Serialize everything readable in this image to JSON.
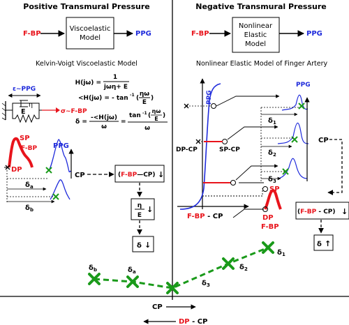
{
  "left": {
    "heading": "Positive Transmural Pressure",
    "block": {
      "input": "F-BP",
      "box": [
        "Viscoelastic",
        "Model"
      ],
      "output": "PPG"
    },
    "model_title": "Kelvin-Voigt Viscoelastic Model",
    "model_labels": {
      "eps": "ε~PPG",
      "eta": "η",
      "E": "E",
      "sigma": "σ~F-BP"
    },
    "equations": {
      "H_lhs": "H(jω) =",
      "H_num": "1",
      "H_den": "jωη+ E",
      "phase_lhs": "<H(jω) = - tan",
      "phase_exp": "-1",
      "phase_open": "(",
      "phase_num": "ηω",
      "phase_den": "E",
      "phase_close": ")",
      "delta_lhs": "δ =",
      "d_num": "-<H(jω)",
      "d_den": "ω",
      "d_eq": "=",
      "d_rnum1": "tan",
      "d_rexp": "-1",
      "d_rnum2": "(",
      "d_rinner_num": "ηω",
      "d_rinner_den": "E",
      "d_rnum3": ")",
      "d_rden": "ω"
    },
    "waveform_labels": {
      "sp": "SP",
      "fbp": "F-BP",
      "dp": "DP",
      "ppg": "PPG",
      "delta_a": "δ",
      "delta_a_sub": "a",
      "delta_b": "δ",
      "delta_b_sub": "b",
      "cp": "CP"
    },
    "flow": {
      "box1_a": "(",
      "box1_b": "F-BP",
      "box1_c": "—",
      "box1_d": "CP",
      "box1_e": ")",
      "box1_arrow": "↓",
      "box2_num": "η",
      "box2_den": "E",
      "box2_arrow": "↓",
      "box3_a": "δ",
      "box3_arrow": "↓"
    }
  },
  "right": {
    "heading": "Negative Transmural Pressure",
    "block": {
      "input": "F-BP",
      "box": [
        "Nonlinear",
        "Elastic",
        "Model"
      ],
      "output": "PPG"
    },
    "model_title": "Nonlinear Elastic Model of Finger Artery",
    "curve_labels": {
      "ppg_axis": "PPG",
      "dp_cp": "DP-CP",
      "sp_cp": "SP-CP",
      "x_axis_a": "F-BP",
      "x_axis_b": " - CP"
    },
    "waveform_labels": {
      "ppg": "PPG",
      "d1": "δ",
      "d1s": "1",
      "d2": "δ",
      "d2s": "2",
      "d3": "δ",
      "d3s": "3",
      "cp": "CP",
      "sp": "SP",
      "dp": "DP",
      "fbp": "F-BP"
    },
    "flow": {
      "box1_a": "(",
      "box1_b": "F-BP",
      "box1_c": " - ",
      "box1_d": "CP",
      "box1_e": ")",
      "box1_arrow": "↓",
      "box2_a": "δ",
      "box2_arrow": "↑"
    }
  },
  "bottom": {
    "points": [
      {
        "label": "δ",
        "sub": "b"
      },
      {
        "label": "δ",
        "sub": "a"
      },
      {
        "label": "δ",
        "sub": "3"
      },
      {
        "label": "δ",
        "sub": "2"
      },
      {
        "label": "δ",
        "sub": "1"
      }
    ],
    "cp_label": "CP",
    "dpcp_a": "DP",
    "dpcp_b": " - CP"
  },
  "colors": {
    "red": "#e8141c",
    "blue": "#1f2bdb",
    "green": "#1a9a1a",
    "black": "#000000"
  }
}
